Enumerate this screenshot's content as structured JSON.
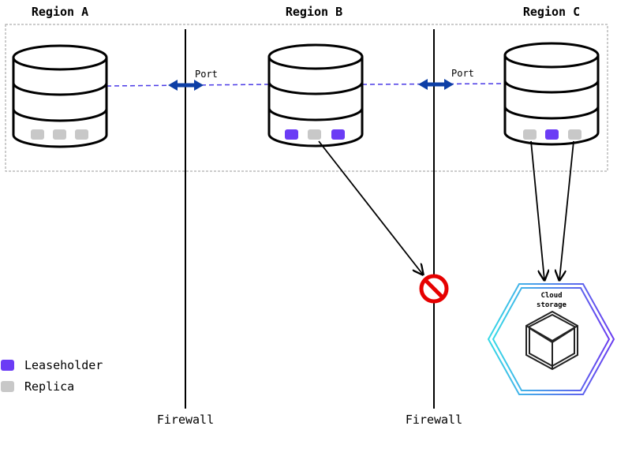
{
  "regions": [
    {
      "title": "Region A",
      "replicas": [
        "replica",
        "replica",
        "replica"
      ]
    },
    {
      "title": "Region B",
      "replicas": [
        "leaseholder",
        "replica",
        "leaseholder"
      ]
    },
    {
      "title": "Region C",
      "replicas": [
        "replica",
        "leaseholder",
        "replica"
      ]
    }
  ],
  "ports": [
    {
      "label": "Port"
    },
    {
      "label": "Port"
    }
  ],
  "firewalls": [
    {
      "label": "Firewall"
    },
    {
      "label": "Firewall"
    }
  ],
  "cloud_storage": {
    "label_line1": "Cloud",
    "label_line2": "storage"
  },
  "legend": [
    {
      "label": "Leaseholder",
      "kind": "leaseholder"
    },
    {
      "label": "Replica",
      "kind": "replica"
    }
  ],
  "colors": {
    "leaseholder": "#6b3cf5",
    "replica": "#c8c8c8",
    "link_dashed": "#4a3ae6",
    "port_arrow": "#0d3fa6",
    "blocked": "#e60000",
    "hex_gradient_start": "#35d9e6",
    "hex_gradient_end": "#6a3cf0"
  },
  "icons": {
    "database": "database-cylinder-icon",
    "blocked": "no-entry-icon",
    "cloud": "cube-icon"
  }
}
